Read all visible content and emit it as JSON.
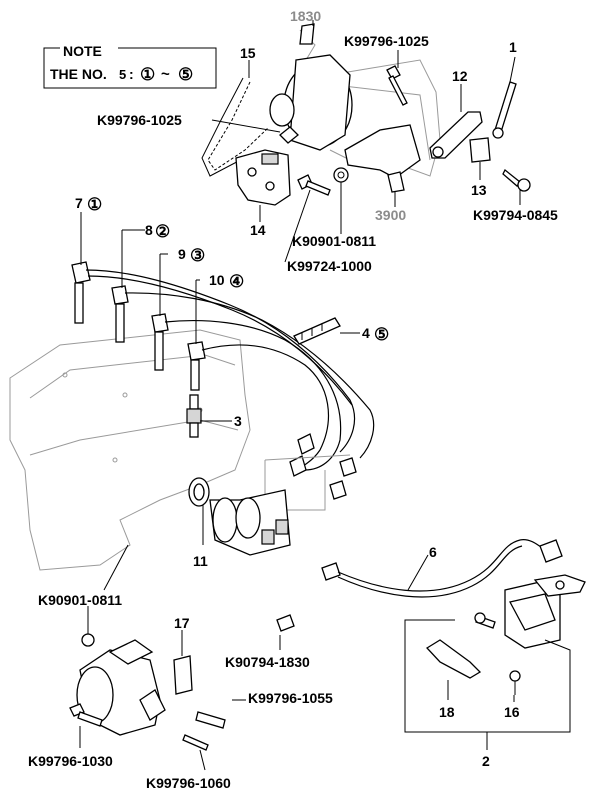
{
  "note": {
    "title": "NOTE",
    "line_prefix": "THE NO.",
    "part_no": "5",
    "range_start": "①",
    "range_sep": "~",
    "range_end": "⑤"
  },
  "labels": {
    "p1830": "1830",
    "k99796_1025_top": "K99796-1025",
    "p1": "1",
    "p15": "15",
    "k99796_1025_left": "K99796-1025",
    "p12": "12",
    "p13": "13",
    "k99794_0845": "K99794-0845",
    "p3900": "3900",
    "p14": "14",
    "k90901_0811_top": "K90901-0811",
    "k99724_1000": "K99724-1000",
    "p7": "7",
    "p7c": "①",
    "p8": "8",
    "p8c": "②",
    "p9": "9",
    "p9c": "③",
    "p10": "10",
    "p10c": "④",
    "p4": "4",
    "p4c": "⑤",
    "p3": "3",
    "p11": "11",
    "p6": "6",
    "k90901_0811_left": "K90901-0811",
    "p17": "17",
    "k90794_1830": "K90794-1830",
    "k99796_1055": "K99796-1055",
    "p18": "18",
    "p16": "16",
    "k99796_1030": "K99796-1030",
    "k99796_1060": "K99796-1060",
    "p2": "2"
  }
}
